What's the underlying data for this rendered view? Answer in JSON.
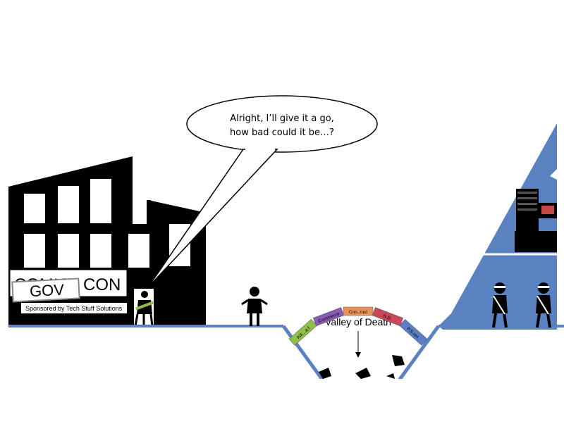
{
  "speech_bubble": {
    "line1": "Alright, I’ll give it a go,",
    "line2": "how bad could it be…?"
  },
  "building_sign": {
    "crossed_text": "COMIC",
    "overlay_text": "GOV",
    "right_text": "CON",
    "sponsor_text": "Sponsored by Tech Stuff Solutions"
  },
  "valley": {
    "label": "Valley of Death"
  },
  "bridge": {
    "planks": [
      {
        "label": "Kill…a.f",
        "color": "#8fbf4a"
      },
      {
        "label": "Commerce",
        "color": "#8a5bb5"
      },
      {
        "label": "Con..ruct",
        "color": "#e8935a"
      },
      {
        "label": "R.D.",
        "color": "#c8485a"
      },
      {
        "label": "P.S.om",
        "color": "#5b7fc2"
      }
    ]
  },
  "colors": {
    "ground": "#5b82c0",
    "mountain": "#5b82c0",
    "building": "#000000"
  },
  "icons": [
    "building-icon",
    "knight-icon",
    "person-icon",
    "ninja-icon",
    "computer-stack-icon",
    "fallen-figure-icon"
  ]
}
